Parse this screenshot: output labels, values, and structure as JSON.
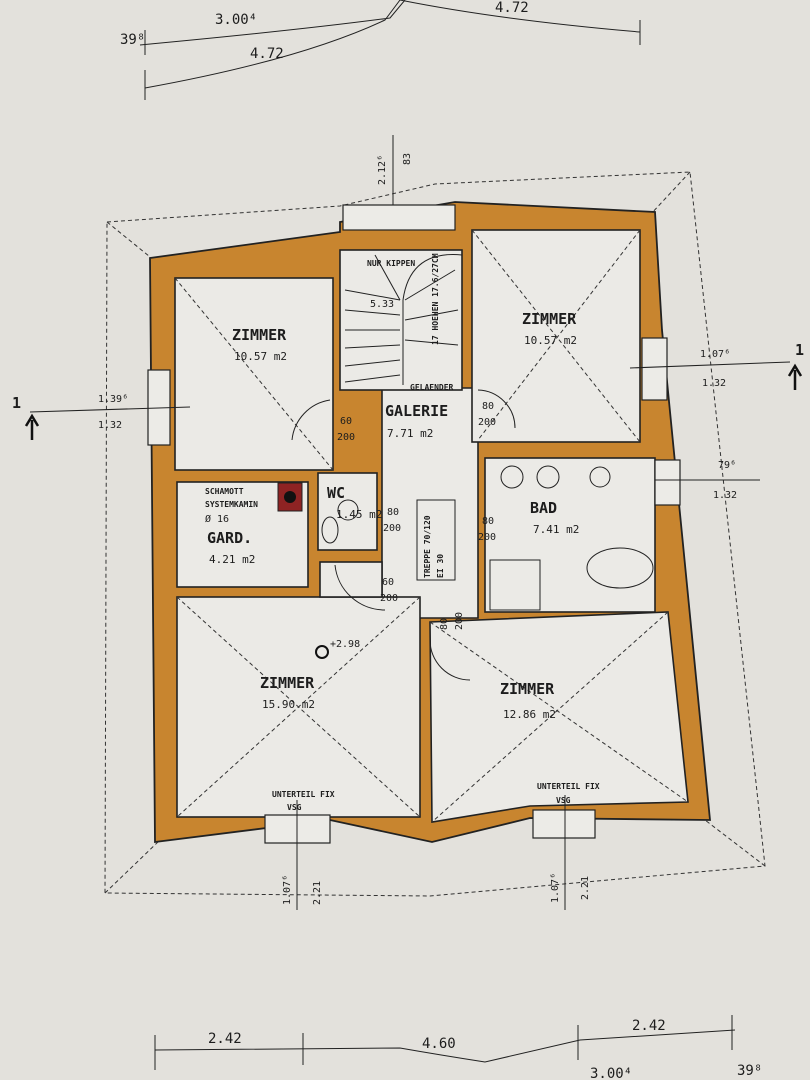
{
  "colors": {
    "wall": "#c8852f",
    "paper": "#e3e1dc",
    "chimney": "#8e2323"
  },
  "rooms": {
    "zimmer_tl": {
      "name": "ZIMMER",
      "area": "10.57 m2"
    },
    "zimmer_tr": {
      "name": "ZIMMER",
      "area": "10.57 m2"
    },
    "galerie": {
      "name": "GALERIE",
      "area": "7.71 m2"
    },
    "gard": {
      "name": "GARD.",
      "area": "4.21 m2"
    },
    "wc": {
      "name": "WC",
      "area": "1.45 m2"
    },
    "bad": {
      "name": "BAD",
      "area": "7.41 m2"
    },
    "zimmer_bl": {
      "name": "ZIMMER",
      "area": "15.90 m2"
    },
    "zimmer_br": {
      "name": "ZIMMER",
      "area": "12.86 m2"
    }
  },
  "annotations": {
    "chimney_1": "SCHAMOTT",
    "chimney_2": "SYSTEMKAMIN",
    "chimney_3": "Ø 16",
    "stair_top": "NUR KIPPEN",
    "stair_run": "5.33",
    "stair_steps": "17 HOEHEN 17.6/27CM",
    "railing": "GELAENDER",
    "hatch_1": "TREPPE 70/120",
    "hatch_2": "EI 30",
    "level": "+2.98",
    "window_note_1": "UNTERTEIL FIX",
    "window_note_2": "VSG",
    "section_mark": "1"
  },
  "doors": {
    "w": "80",
    "w2": "60",
    "h": "200"
  },
  "dimensions": {
    "top_a": "3.00⁴",
    "top_b": "39⁸",
    "top_c": "4.72",
    "top_d": "4.72",
    "stair_a": "2.12⁶",
    "stair_b": "83",
    "left_a": "1.39⁶",
    "left_b": "1.32",
    "right_a": "1.07⁶",
    "right_b": "1.32",
    "right_c": "79⁶",
    "right_d": "1.32",
    "win_a": "1.07⁶",
    "win_b": "2.21",
    "bottom_a": "2.42",
    "bottom_b": "4.60",
    "bottom_c": "2.42",
    "bottom_d": "3.00⁴",
    "bottom_e": "39⁸"
  }
}
